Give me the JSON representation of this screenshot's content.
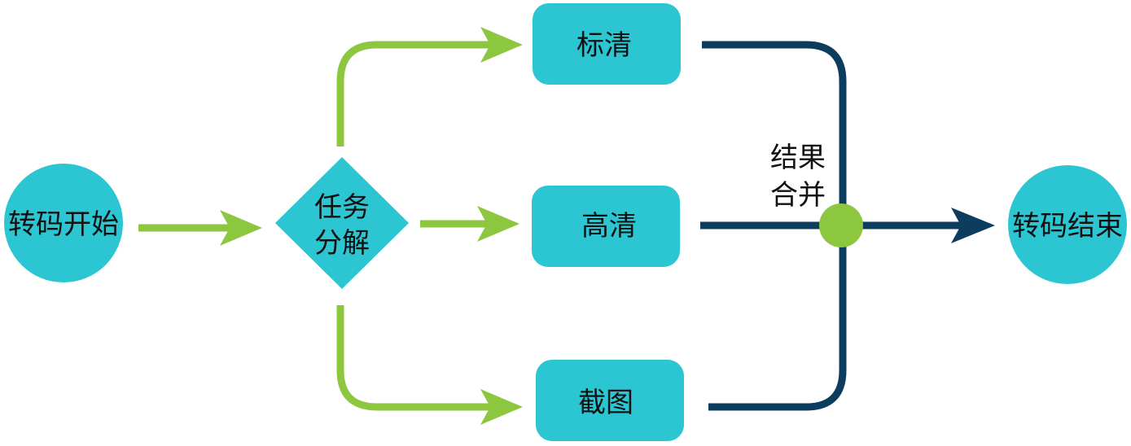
{
  "colors": {
    "node_fill": "#2cc5d2",
    "green_connector": "#8dc63f",
    "navy_connector": "#0d3d5e",
    "merge_point": "#8dc63f"
  },
  "nodes": {
    "start": {
      "label": "转码开始",
      "shape": "circle"
    },
    "split": {
      "line1": "任务",
      "line2": "分解",
      "shape": "diamond"
    },
    "sd": {
      "label": "标清",
      "shape": "rounded-rect"
    },
    "hd": {
      "label": "高清",
      "shape": "rounded-rect"
    },
    "screenshot": {
      "label": "截图",
      "shape": "rounded-rect"
    },
    "end": {
      "label": "转码结束",
      "shape": "circle"
    }
  },
  "merge": {
    "line1": "结果",
    "line2": "合并"
  }
}
